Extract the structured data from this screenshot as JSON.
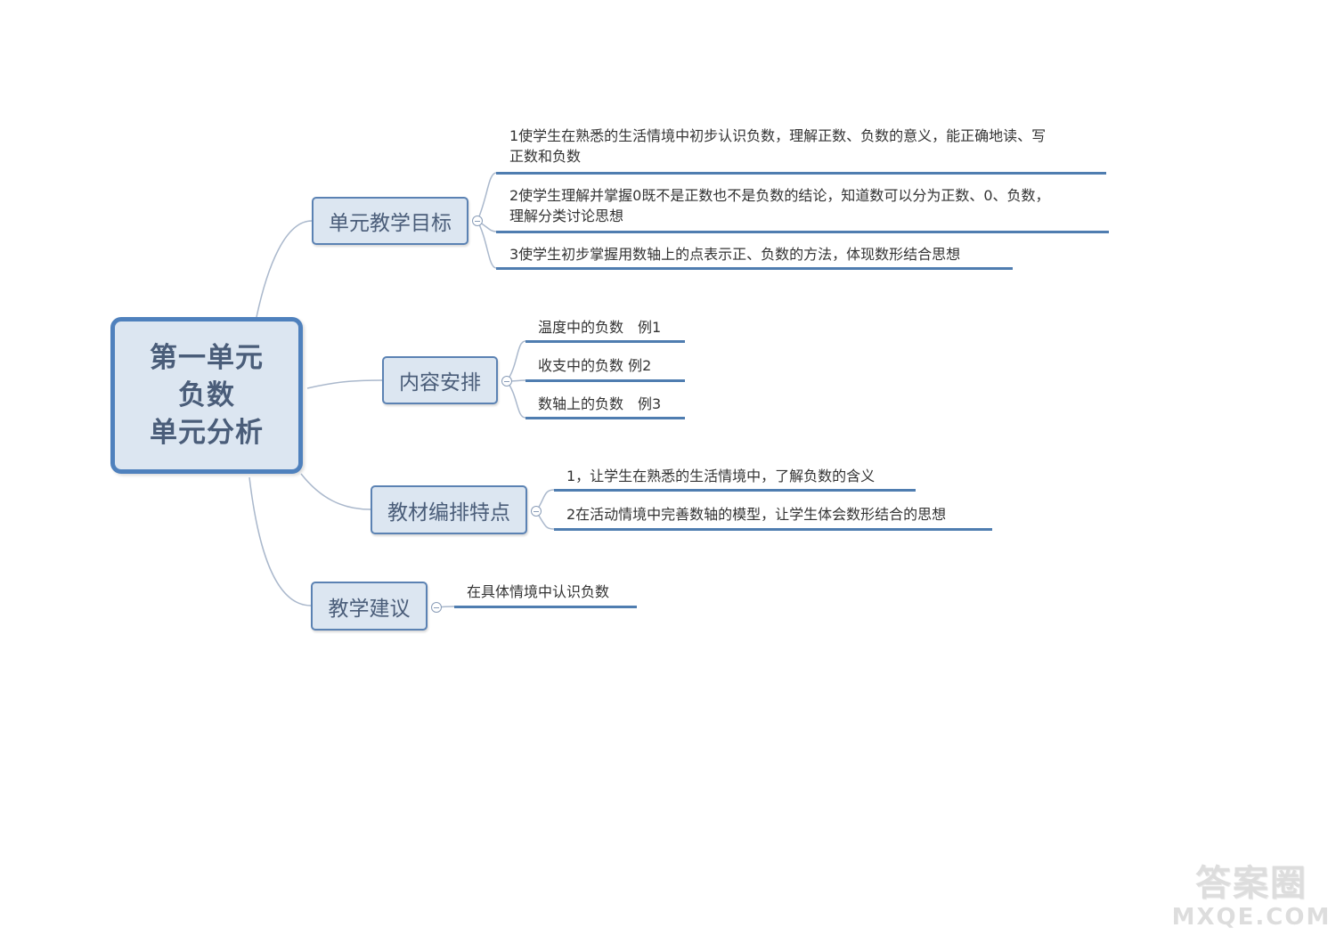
{
  "root": {
    "lines": [
      "第一单元",
      "负数",
      "单元分析"
    ]
  },
  "branches": [
    {
      "label": "单元教学目标",
      "leaves": [
        [
          "1使学生在熟悉的生活情境中初步认识负数，理解正数、负数的意义，能正确地读、写",
          "正数和负数"
        ],
        [
          "2使学生理解并掌握0既不是正数也不是负数的结论，知道数可以分为正数、0、负数，",
          "理解分类讨论思想"
        ],
        [
          "3使学生初步掌握用数轴上的点表示正、负数的方法，体现数形结合思想"
        ]
      ]
    },
    {
      "label": "内容安排",
      "leaves": [
        [
          "温度中的负数　例1"
        ],
        [
          "收支中的负数  例2"
        ],
        [
          "数轴上的负数　例3"
        ]
      ]
    },
    {
      "label": "教材编排特点",
      "leaves": [
        [
          "1，让学生在熟悉的生活情境中，了解负数的含义"
        ],
        [
          "2在活动情境中完善数轴的模型，让学生体会数形结合的思想"
        ]
      ]
    },
    {
      "label": "教学建议",
      "leaves": [
        [
          "在具体情境中认识负数"
        ]
      ]
    }
  ],
  "colors": {
    "node_fill": "#dce6f1",
    "node_border": "#4f81bd",
    "connector": "#aab8cc",
    "underline": "#4f7db0"
  },
  "watermark": {
    "top": "答案圈",
    "bottom": "MXQE.COM"
  }
}
